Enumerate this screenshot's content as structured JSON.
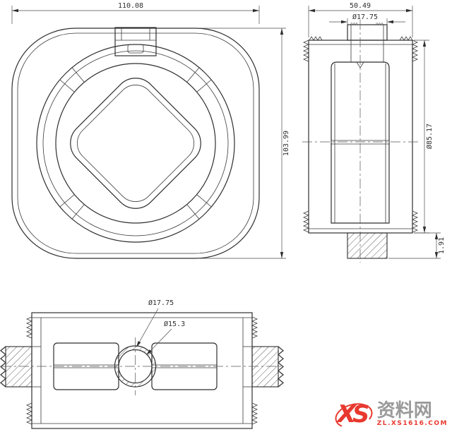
{
  "drawing": {
    "top_view": {
      "width": "110.08",
      "height": "103.99"
    },
    "side_view": {
      "width": "50.49",
      "boss_dia": "Ø17.75",
      "outer_dia": "Ø85.17",
      "flange": "1.91"
    },
    "bottom_view": {
      "bore_dia": "Ø17.75",
      "hole_dia": "Ø15.3"
    }
  },
  "watermark": {
    "logo": "XS",
    "brand": "资料网",
    "site": "ZL.XS1616.COM"
  },
  "colors": {
    "line": "#2f2f2f",
    "accent_red": "#e8392e",
    "brand_gray": "#9a9a9a"
  }
}
